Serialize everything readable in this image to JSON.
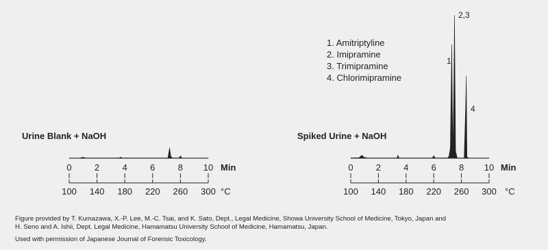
{
  "chart_data": [
    {
      "type": "line",
      "title": "Urine Blank + NaOH",
      "time_axis": {
        "unit": "Min",
        "ticks": [
          "0",
          "2",
          "4",
          "6",
          "8",
          "10"
        ],
        "range": [
          0,
          10
        ]
      },
      "temp_axis": {
        "unit": "°C",
        "ticks": [
          "100",
          "140",
          "180",
          "220",
          "260",
          "300"
        ],
        "range": [
          100,
          300
        ]
      },
      "series": [
        {
          "x": [
            0,
            0.8,
            0.95,
            1.2,
            3.6,
            3.7,
            3.8,
            7.1,
            7.15,
            7.22,
            7.3,
            7.4,
            7.45,
            7.9,
            8.0,
            8.1,
            10
          ],
          "y": [
            0.02,
            0.03,
            0.09,
            0.03,
            0.03,
            0.1,
            0.03,
            0.03,
            0.4,
            0.95,
            0.2,
            0.05,
            0.03,
            0.03,
            0.22,
            0.03,
            0.02
          ]
        }
      ],
      "ylim": [
        0,
        1
      ]
    },
    {
      "type": "line",
      "title": "Spiked Urine + NaOH",
      "time_axis": {
        "unit": "Min",
        "ticks": [
          "0",
          "2",
          "4",
          "6",
          "8",
          "10"
        ],
        "range": [
          0,
          10
        ]
      },
      "temp_axis": {
        "unit": "°C",
        "ticks": [
          "100",
          "140",
          "180",
          "220",
          "260",
          "300"
        ],
        "range": [
          100,
          300
        ]
      },
      "series": [
        {
          "x": [
            0,
            0.6,
            0.8,
            0.95,
            1.2,
            3.35,
            3.4,
            3.5,
            5.9,
            6.0,
            6.1,
            7.0,
            7.1,
            7.2,
            7.3,
            7.38,
            7.45,
            7.5,
            7.58,
            7.7,
            8.2,
            8.3,
            8.35,
            8.4,
            8.5,
            10
          ],
          "y": [
            0.03,
            0.06,
            0.35,
            0.12,
            0.03,
            0.03,
            0.35,
            0.03,
            0.03,
            0.3,
            0.03,
            0.03,
            0.22,
            1.2,
            13.3,
            0.6,
            8.2,
            16.7,
            0.8,
            0.03,
            0.03,
            5.8,
            9.6,
            0.15,
            0.03,
            0.02
          ]
        }
      ],
      "ylim": [
        0,
        16.7
      ]
    }
  ],
  "peak_labels": [
    "1",
    "2,3",
    "4"
  ],
  "legend": [
    "1.  Amitriptyline",
    "2.  Imipramine",
    "3.  Trimipramine",
    "4.  Chlorimipramine"
  ],
  "caption": [
    "Figure provided by T. Kumazawa, X.-P. Lee, M.-C. Tsai, and K. Sato, Dept., Legal Medicine, Showa University School of Medicine, Tokyo, Japan and",
    "H. Seno and A. Ishii, Dept. Legal Medicine, Hamamatsu University School of Medicine, Hamamatsu, Japan.",
    "Used with permission of Japanese Journal of Forensic Toxicology."
  ],
  "colors": {
    "background": "#efefef",
    "ink": "#222222"
  }
}
